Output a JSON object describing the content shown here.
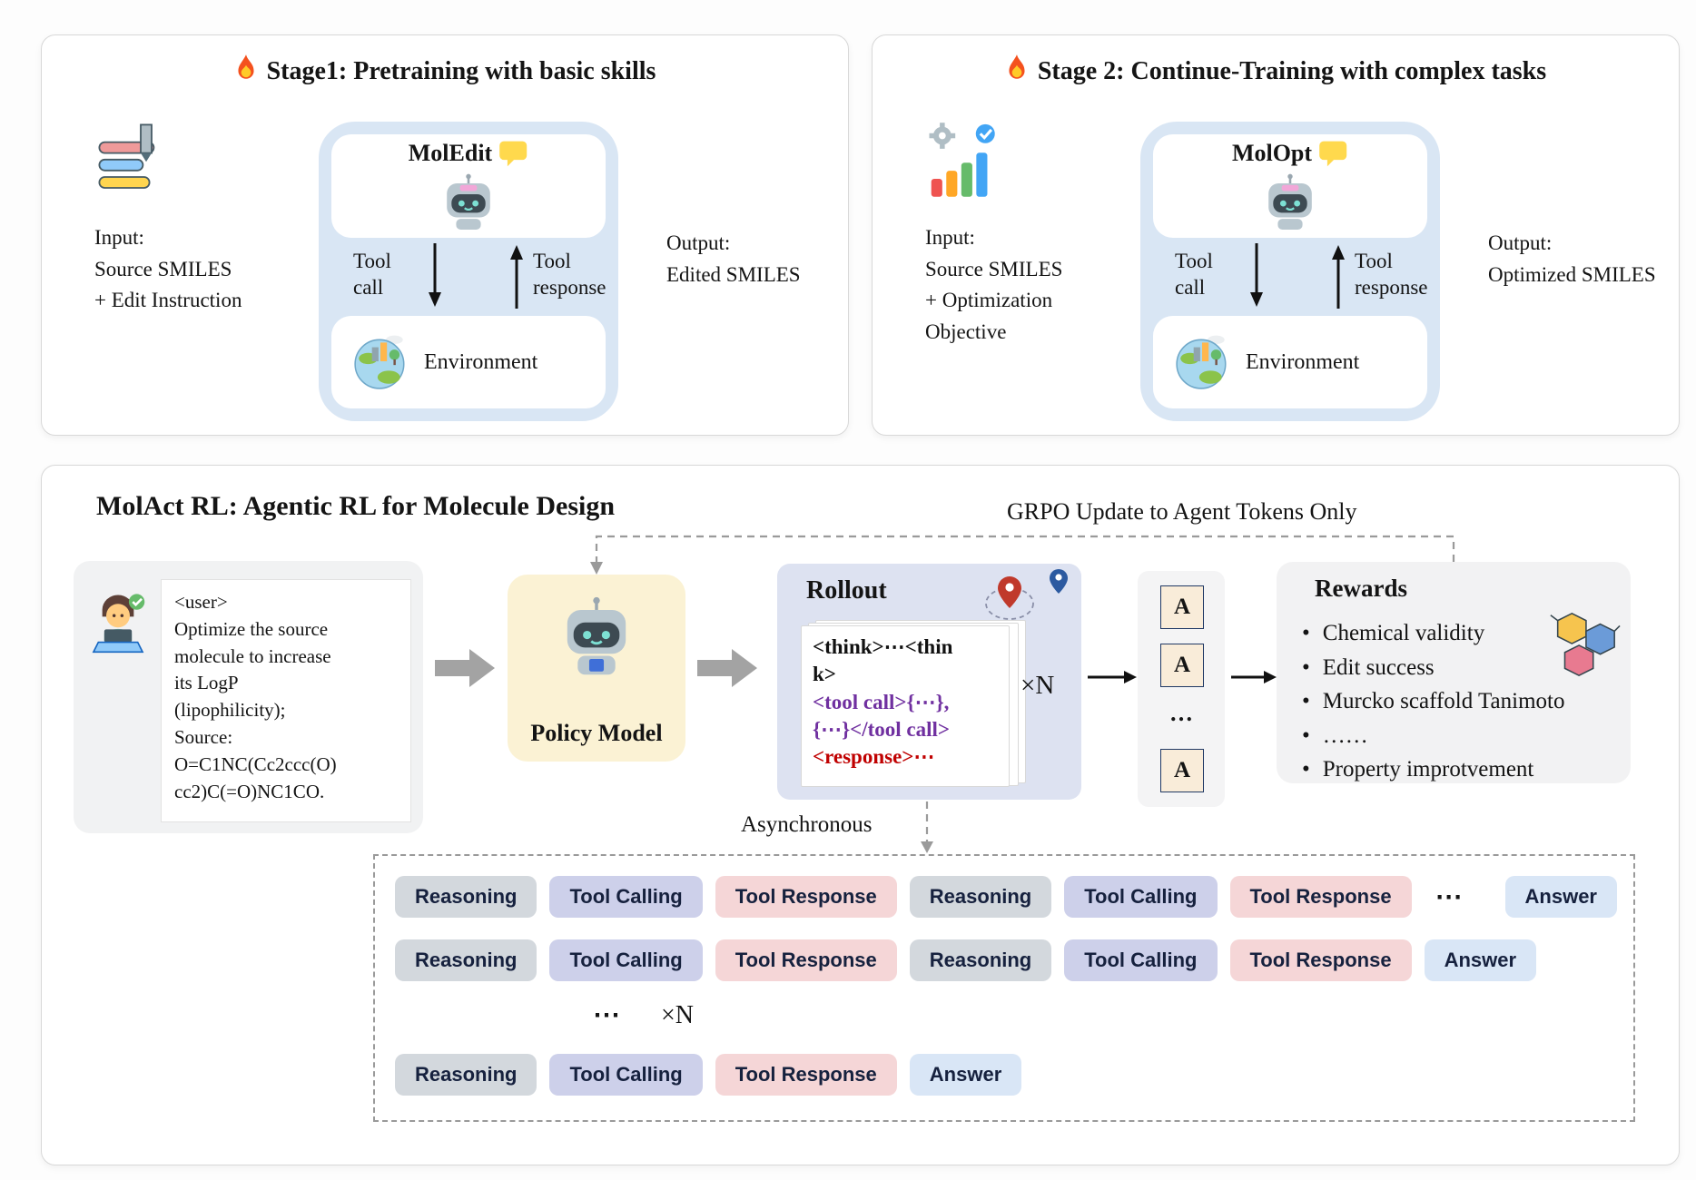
{
  "stage1": {
    "title": "Stage1: Pretraining with basic skills",
    "input": "Input:\nSource SMILES\n+ Edit Instruction",
    "agent": "MolEdit",
    "tool_call": "Tool\ncall",
    "tool_response": "Tool\nresponse",
    "environment": "Environment",
    "output": "Output:\nEdited SMILES"
  },
  "stage2": {
    "title": "Stage 2: Continue-Training with complex tasks",
    "input": "Input:\nSource SMILES\n+ Optimization\nObjective",
    "agent": "MolOpt",
    "tool_call": "Tool\ncall",
    "tool_response": "Tool\nresponse",
    "environment": "Environment",
    "output": "Output:\nOptimized SMILES"
  },
  "molact": {
    "title": "MolAct RL: Agentic RL for Molecule Design",
    "grpo_label": "GRPO Update to Agent Tokens Only",
    "user_prompt": "<user>\nOptimize the source\nmolecule to increase\nits LogP\n(lipophilicity);\nSource:\nO=C1NC(Cc2ccc(O)\ncc2)C(=O)NC1CO.",
    "policy_model": "Policy Model",
    "rollout": {
      "title": "Rollout",
      "think_line": "<think>⋯<thin\nk>",
      "tool_line": "<tool call>{⋯},\n{⋯}</tool call>",
      "response_line": "<response>⋯",
      "times": "×N"
    },
    "advantage": {
      "letter": "A",
      "ellipsis": "…"
    },
    "rewards": {
      "title": "Rewards",
      "items": [
        "Chemical validity",
        "Edit success",
        "Murcko scaffold Tanimoto",
        "……",
        "Property improtvement"
      ]
    },
    "async_label": "Asynchronous",
    "sequence": {
      "row1": [
        "Reasoning",
        "Tool Calling",
        "Tool Response",
        "Reasoning",
        "Tool Calling",
        "Tool Response",
        "⋯",
        "Answer"
      ],
      "row2": [
        "Reasoning",
        "Tool Calling",
        "Tool Response",
        "Reasoning",
        "Tool Calling",
        "Tool Response",
        "Answer"
      ],
      "row3_ellipsis": "⋯",
      "row3_times": "×N",
      "row4": [
        "Reasoning",
        "Tool Calling",
        "Tool Response",
        "Answer"
      ]
    }
  },
  "icons": {
    "flame": "flame-icon",
    "robot": "robot-icon",
    "speech_bubble": "speech-bubble-icon",
    "environment": "globe-environment-icon",
    "edit_sliders": "edit-sliders-icon",
    "chart_gear": "chart-gear-icon",
    "person_laptop": "person-laptop-icon",
    "map_pins": "map-pin-icons",
    "molecule": "molecule-hexagons-icon"
  },
  "colors": {
    "agent_box": "#d9e6f4",
    "policy_box": "#fbf2d4",
    "rollout_box": "#dde2f1",
    "advantage_cell": "#f9ecd9",
    "rewards_box": "#f2f2f3",
    "chip_reasoning": "#d3d8dd",
    "chip_tool_calling": "#cdd0ea",
    "chip_tool_response": "#f5d6d7",
    "chip_answer": "#d9e6f6",
    "code_tool": "#7030a0",
    "code_response": "#c00000"
  }
}
